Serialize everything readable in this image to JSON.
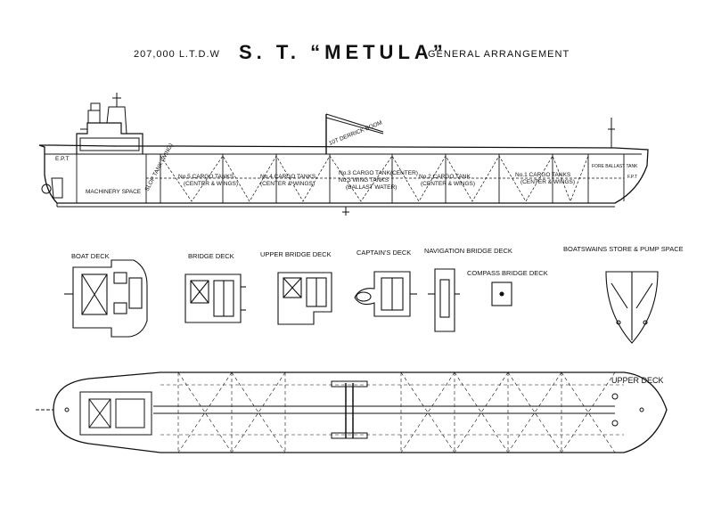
{
  "title": {
    "tonnage": "207,000 L.T.D.W",
    "name": "S. T. “METULA”",
    "subtitle": "GENERAL ARRANGEMENT"
  },
  "profile_labels": {
    "machinery": "MACHINERY SPACE",
    "ept": "E.P.T",
    "slop": "SLOP TANK (WING)",
    "no5": "No.5 CARGO TANKS",
    "no5b": "(CENTER & WINGS)",
    "no4": "No.4 CARGO TANKS",
    "no4b": "(CENTER & WINGS)",
    "derrick": "10T DERRICK BOOM",
    "no3a": "No.3 CARGO TANK(CENTER)",
    "no3b": "No.3 WING TANKS",
    "no3c": "(BALLAST WATER)",
    "no2": "No.2 CARGO TANK",
    "no2b": "(CENTER & WINGS)",
    "no1": "No.1 CARGO TANKS",
    "no1b": "(CENTER & WINGS)",
    "fore": "FORE BALLAST TANK",
    "fpt": "F.P.T"
  },
  "deck_labels": {
    "boat": "BOAT DECK",
    "bridge": "BRIDGE DECK",
    "upper_bridge": "UPPER BRIDGE DECK",
    "captain": "CAPTAIN'S DECK",
    "navigation": "NAVIGATION BRIDGE DECK",
    "compass": "COMPASS BRIDGE DECK",
    "boatswain": "BOATSWAINS STORE & PUMP SPACE",
    "upper": "UPPER DECK"
  }
}
